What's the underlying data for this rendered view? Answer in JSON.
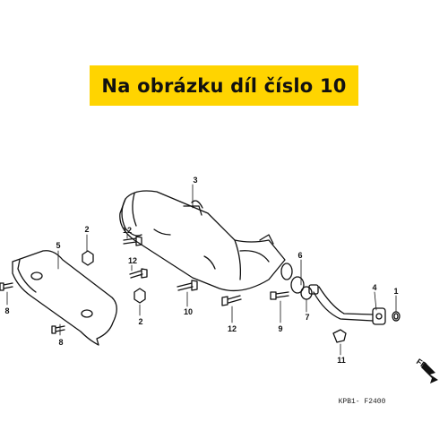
{
  "banner": {
    "text": "Na obrázku díl číslo 10",
    "color": "#ffd400"
  },
  "callouts": [
    {
      "id": "1",
      "text": "1"
    },
    {
      "id": "2a",
      "text": "2"
    },
    {
      "id": "2b",
      "text": "2"
    },
    {
      "id": "3",
      "text": "3"
    },
    {
      "id": "4",
      "text": "4"
    },
    {
      "id": "5",
      "text": "5"
    },
    {
      "id": "6",
      "text": "6"
    },
    {
      "id": "7",
      "text": "7"
    },
    {
      "id": "8a",
      "text": "8"
    },
    {
      "id": "8b",
      "text": "8"
    },
    {
      "id": "9",
      "text": "9"
    },
    {
      "id": "10",
      "text": "10"
    },
    {
      "id": "11",
      "text": "11"
    },
    {
      "id": "12a",
      "text": "12"
    },
    {
      "id": "12b",
      "text": "12"
    },
    {
      "id": "12c",
      "text": "12"
    }
  ],
  "direction_label": "FR.",
  "drawing_code": "KPB1- F2400"
}
